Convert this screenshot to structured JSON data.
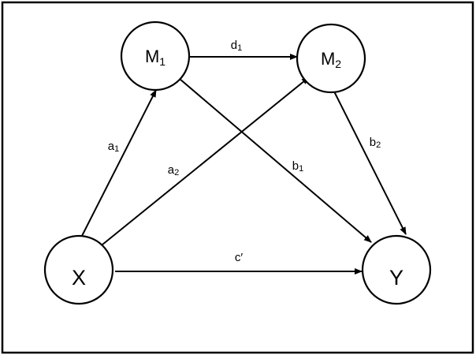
{
  "nodes": {
    "x": {
      "label": "X"
    },
    "m1": {
      "label": "M",
      "subscript": "1"
    },
    "m2": {
      "label": "M",
      "subscript": "2"
    },
    "y": {
      "label": "Y"
    }
  },
  "edges": {
    "x_m1": {
      "label": "a",
      "subscript": "1"
    },
    "x_m2": {
      "label": "a",
      "subscript": "2"
    },
    "m1_m2": {
      "label": "d",
      "subscript": "1"
    },
    "m1_y": {
      "label": "b",
      "subscript": "1"
    },
    "m2_y": {
      "label": "b",
      "subscript": "2"
    },
    "x_y": {
      "label": "c′"
    }
  },
  "colors": {
    "stroke": "#000000",
    "background": "#ffffff"
  }
}
